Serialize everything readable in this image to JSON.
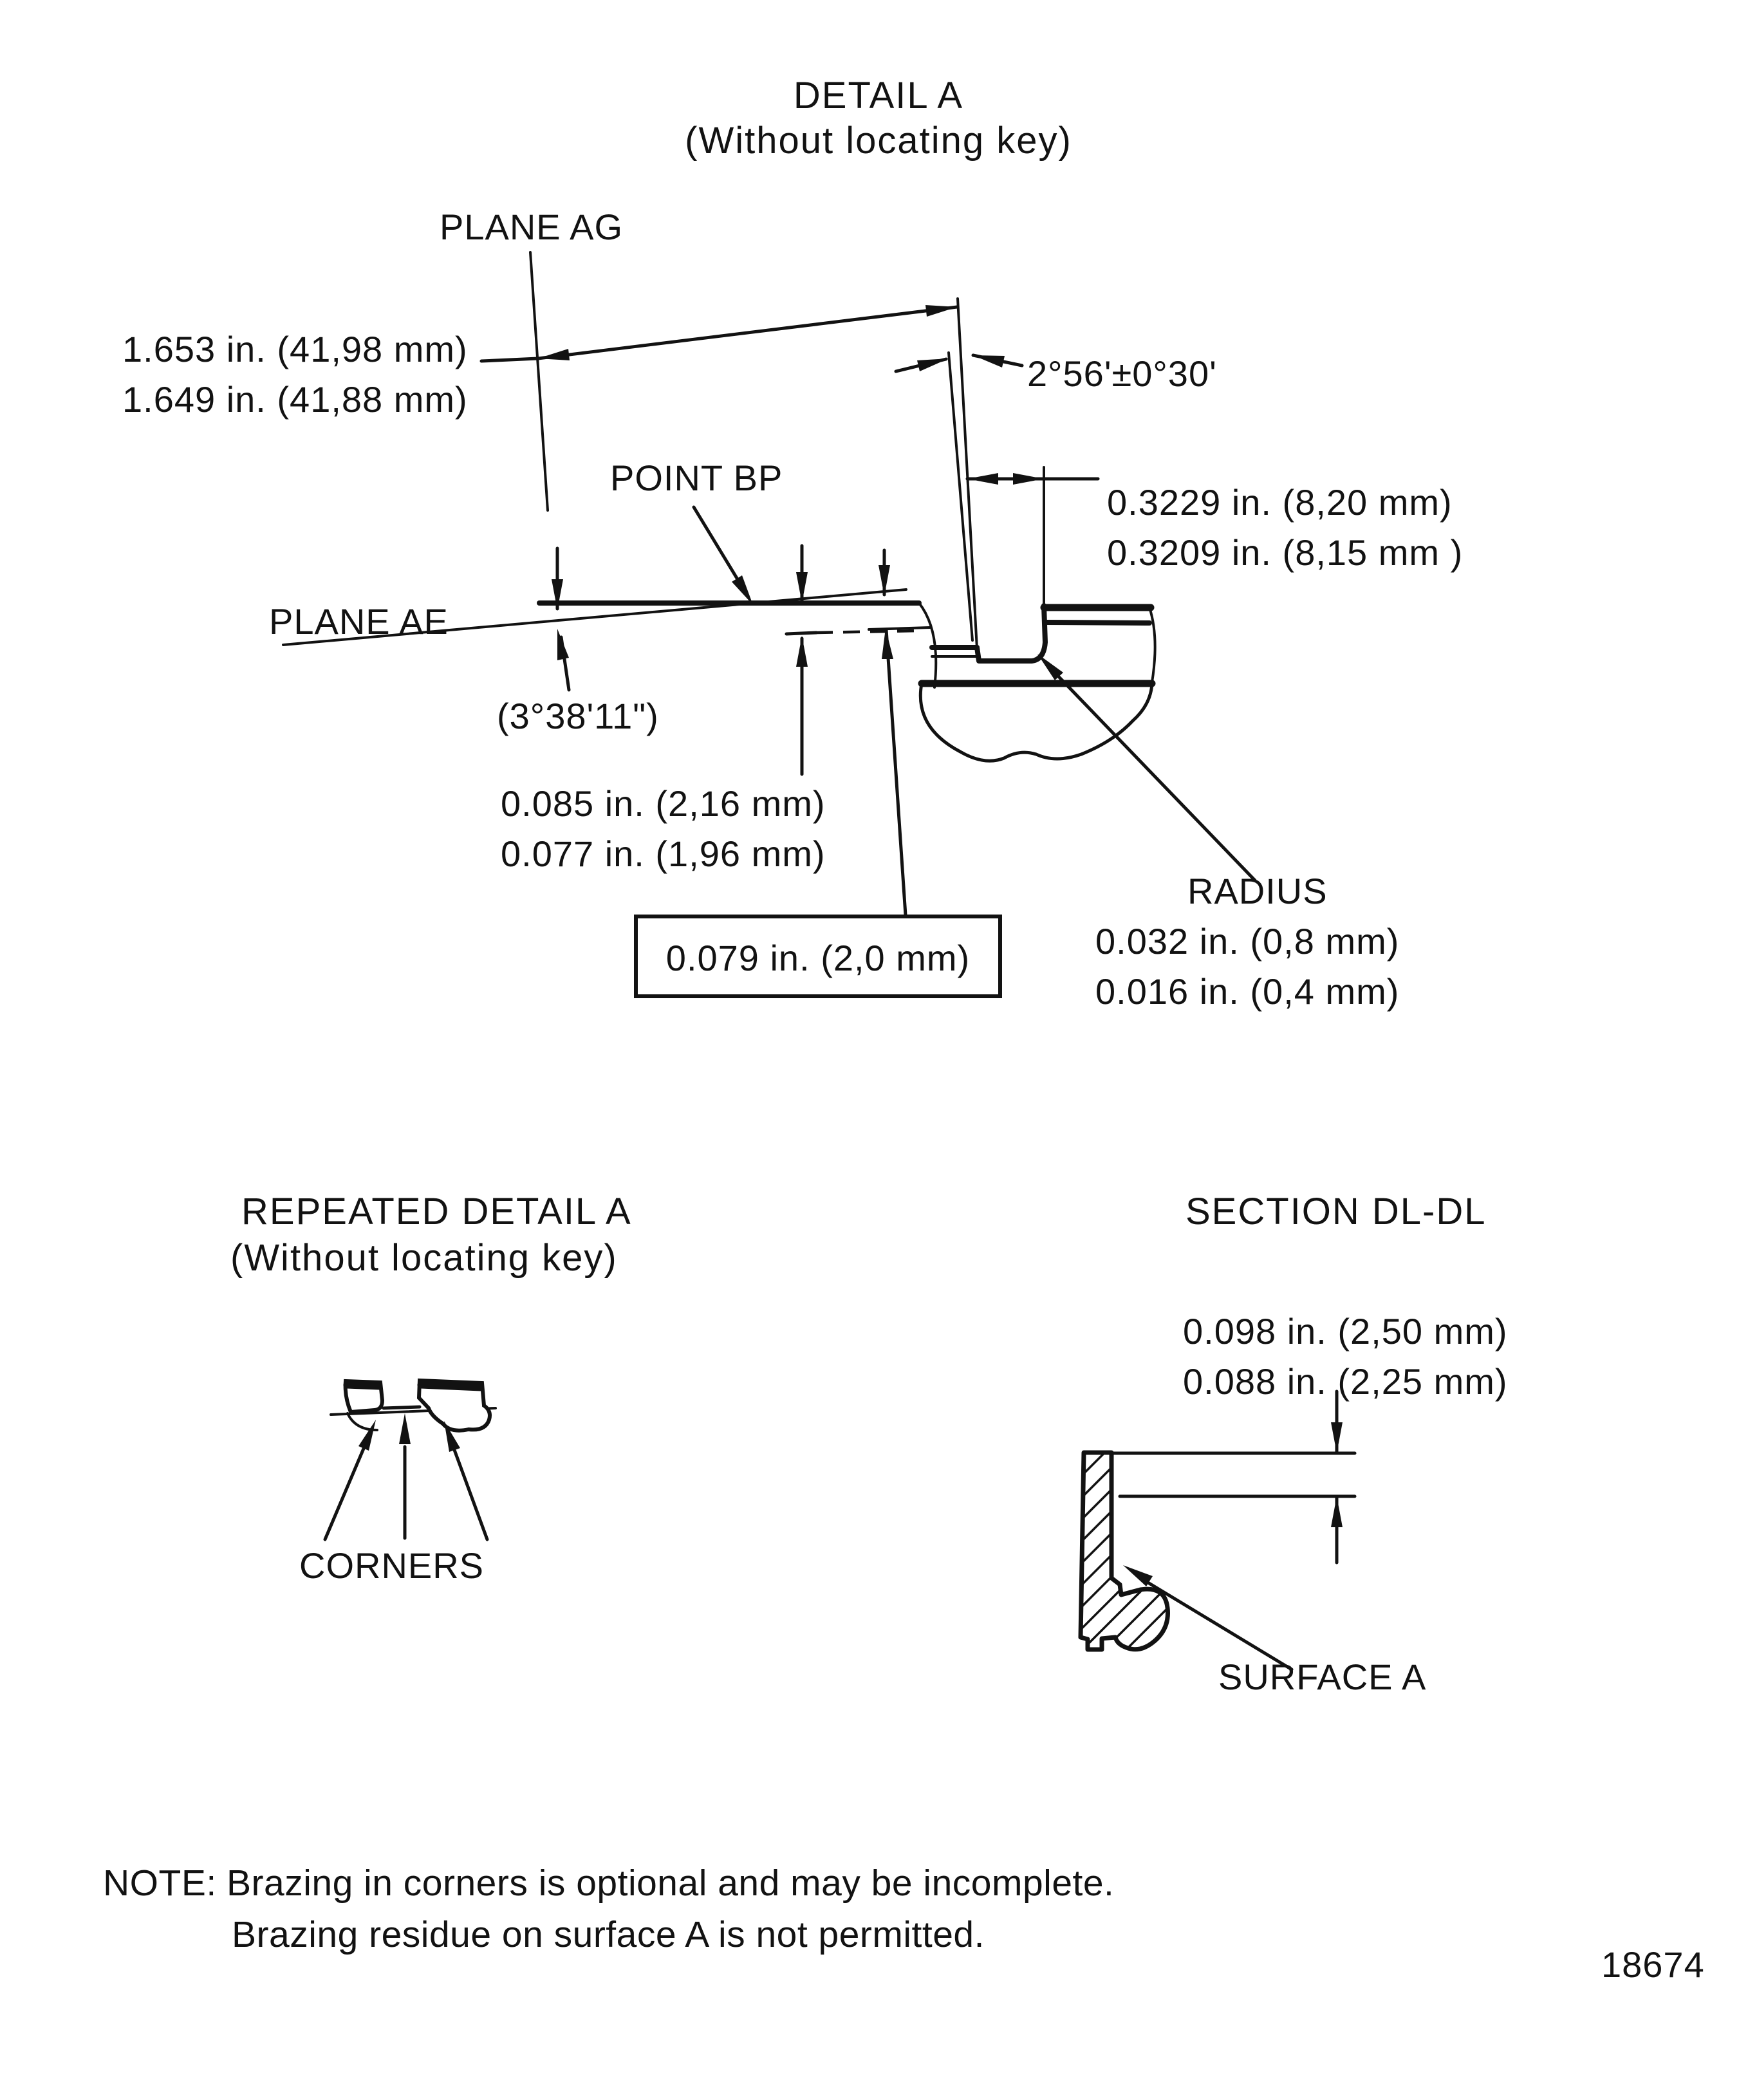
{
  "figure_number": "18674",
  "detail_a": {
    "title": "DETAIL A",
    "subtitle": "(Without locating key)",
    "labels": {
      "plane_ag": "PLANE AG",
      "plane_ae": "PLANE AE",
      "point_bp": "POINT BP",
      "radius": "RADIUS"
    },
    "dims": {
      "width_max": "1.653 in. (41,98 mm)",
      "width_min": "1.649 in. (41,88 mm)",
      "wall_angle": "2°56'±0°30'",
      "slot_width_max": "0.3229 in. (8,20 mm)",
      "slot_width_min": "0.3209 in. (8,15 mm )",
      "plane_ae_angle": "(3°38'11\")",
      "depth_max": "0.085 in. (2,16 mm)",
      "depth_min": "0.077 in. (1,96 mm)",
      "depth_boxed": "0.079 in. (2,0 mm)",
      "radius_max": "0.032 in. (0,8 mm)",
      "radius_min": "0.016 in.  (0,4 mm)"
    }
  },
  "repeated_detail": {
    "title": "REPEATED DETAIL A",
    "subtitle": "(Without locating key)",
    "label_corners": "CORNERS"
  },
  "section_dl": {
    "title": "SECTION DL-DL",
    "thickness_max": "0.098 in. (2,50 mm)",
    "thickness_min": "0.088 in. (2,25 mm)",
    "label_surface_a": "SURFACE A"
  },
  "note": {
    "label": "NOTE:",
    "line1": "Brazing in corners is optional and may be incomplete.",
    "line2": "Brazing residue on surface A is not permitted."
  }
}
